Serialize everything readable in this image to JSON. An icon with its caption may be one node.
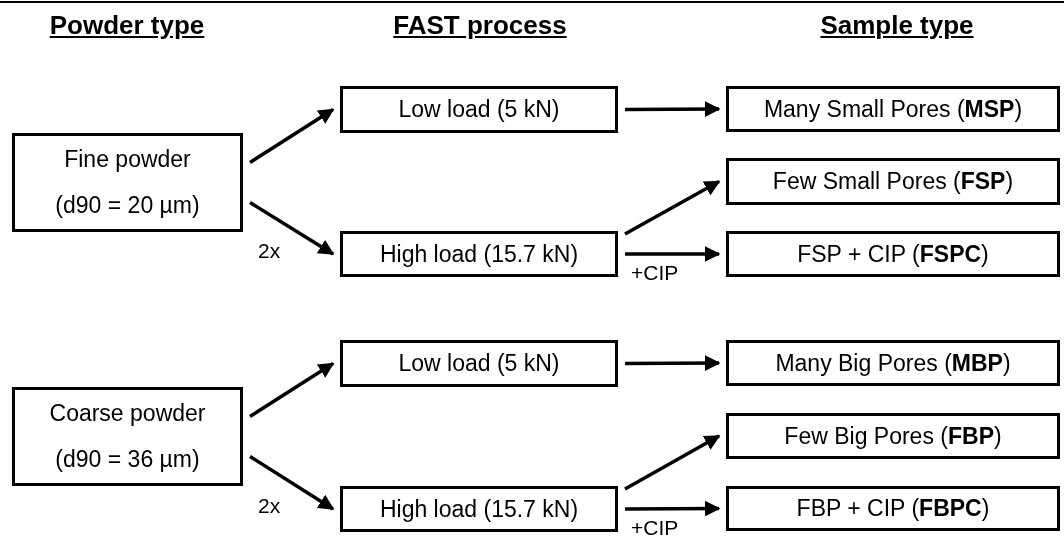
{
  "diagram": {
    "nodes": [
      {
        "text": [
          "Fine powder",
          "(d90 = 20 µm)"
        ]
      },
      {
        "text": [
          "Low load (5 kN)"
        ]
      },
      {
        "text": [
          "High load (15.7 kN)"
        ]
      },
      {
        "text": [
          "Many Small Pores (**MSP**)"
        ]
      },
      {
        "text": [
          "Few Small Pores (**FSP**)"
        ]
      },
      {
        "text": [
          "FSP + CIP (**FSPC**)"
        ]
      },
      {
        "text": [
          "Coarse powder",
          "(d90 = 36 µm)"
        ]
      },
      {
        "text": [
          "Low load (5 kN)"
        ]
      },
      {
        "text": [
          "High load (15.7 kN)"
        ]
      },
      {
        "text": [
          "Many Big Pores (**MBP**)"
        ]
      },
      {
        "text": [
          "Few Big Pores (**FBP**)"
        ]
      },
      {
        "text": [
          "FBP + CIP (**FBPC**)"
        ]
      }
    ],
    "edges": [
      {
        "from": 0,
        "to": 1,
        "arrow": "to"
      },
      {
        "from": 0,
        "to": 2,
        "arrow": "to",
        "label": "2x"
      },
      {
        "from": 1,
        "to": 3,
        "arrow": "to"
      },
      {
        "from": 2,
        "to": 4,
        "arrow": "to"
      },
      {
        "from": 2,
        "to": 5,
        "arrow": "to",
        "label": "+CIP"
      },
      {
        "from": 6,
        "to": 7,
        "arrow": "to"
      },
      {
        "from": 6,
        "to": 8,
        "arrow": "to",
        "label": "2x"
      },
      {
        "from": 7,
        "to": 9,
        "arrow": "to"
      },
      {
        "from": 8,
        "to": 10,
        "arrow": "to"
      },
      {
        "from": 8,
        "to": 11,
        "arrow": "to",
        "label": "+CIP"
      }
    ],
    "labels": [
      "Powder type",
      "FAST process",
      "Sample type"
    ]
  }
}
